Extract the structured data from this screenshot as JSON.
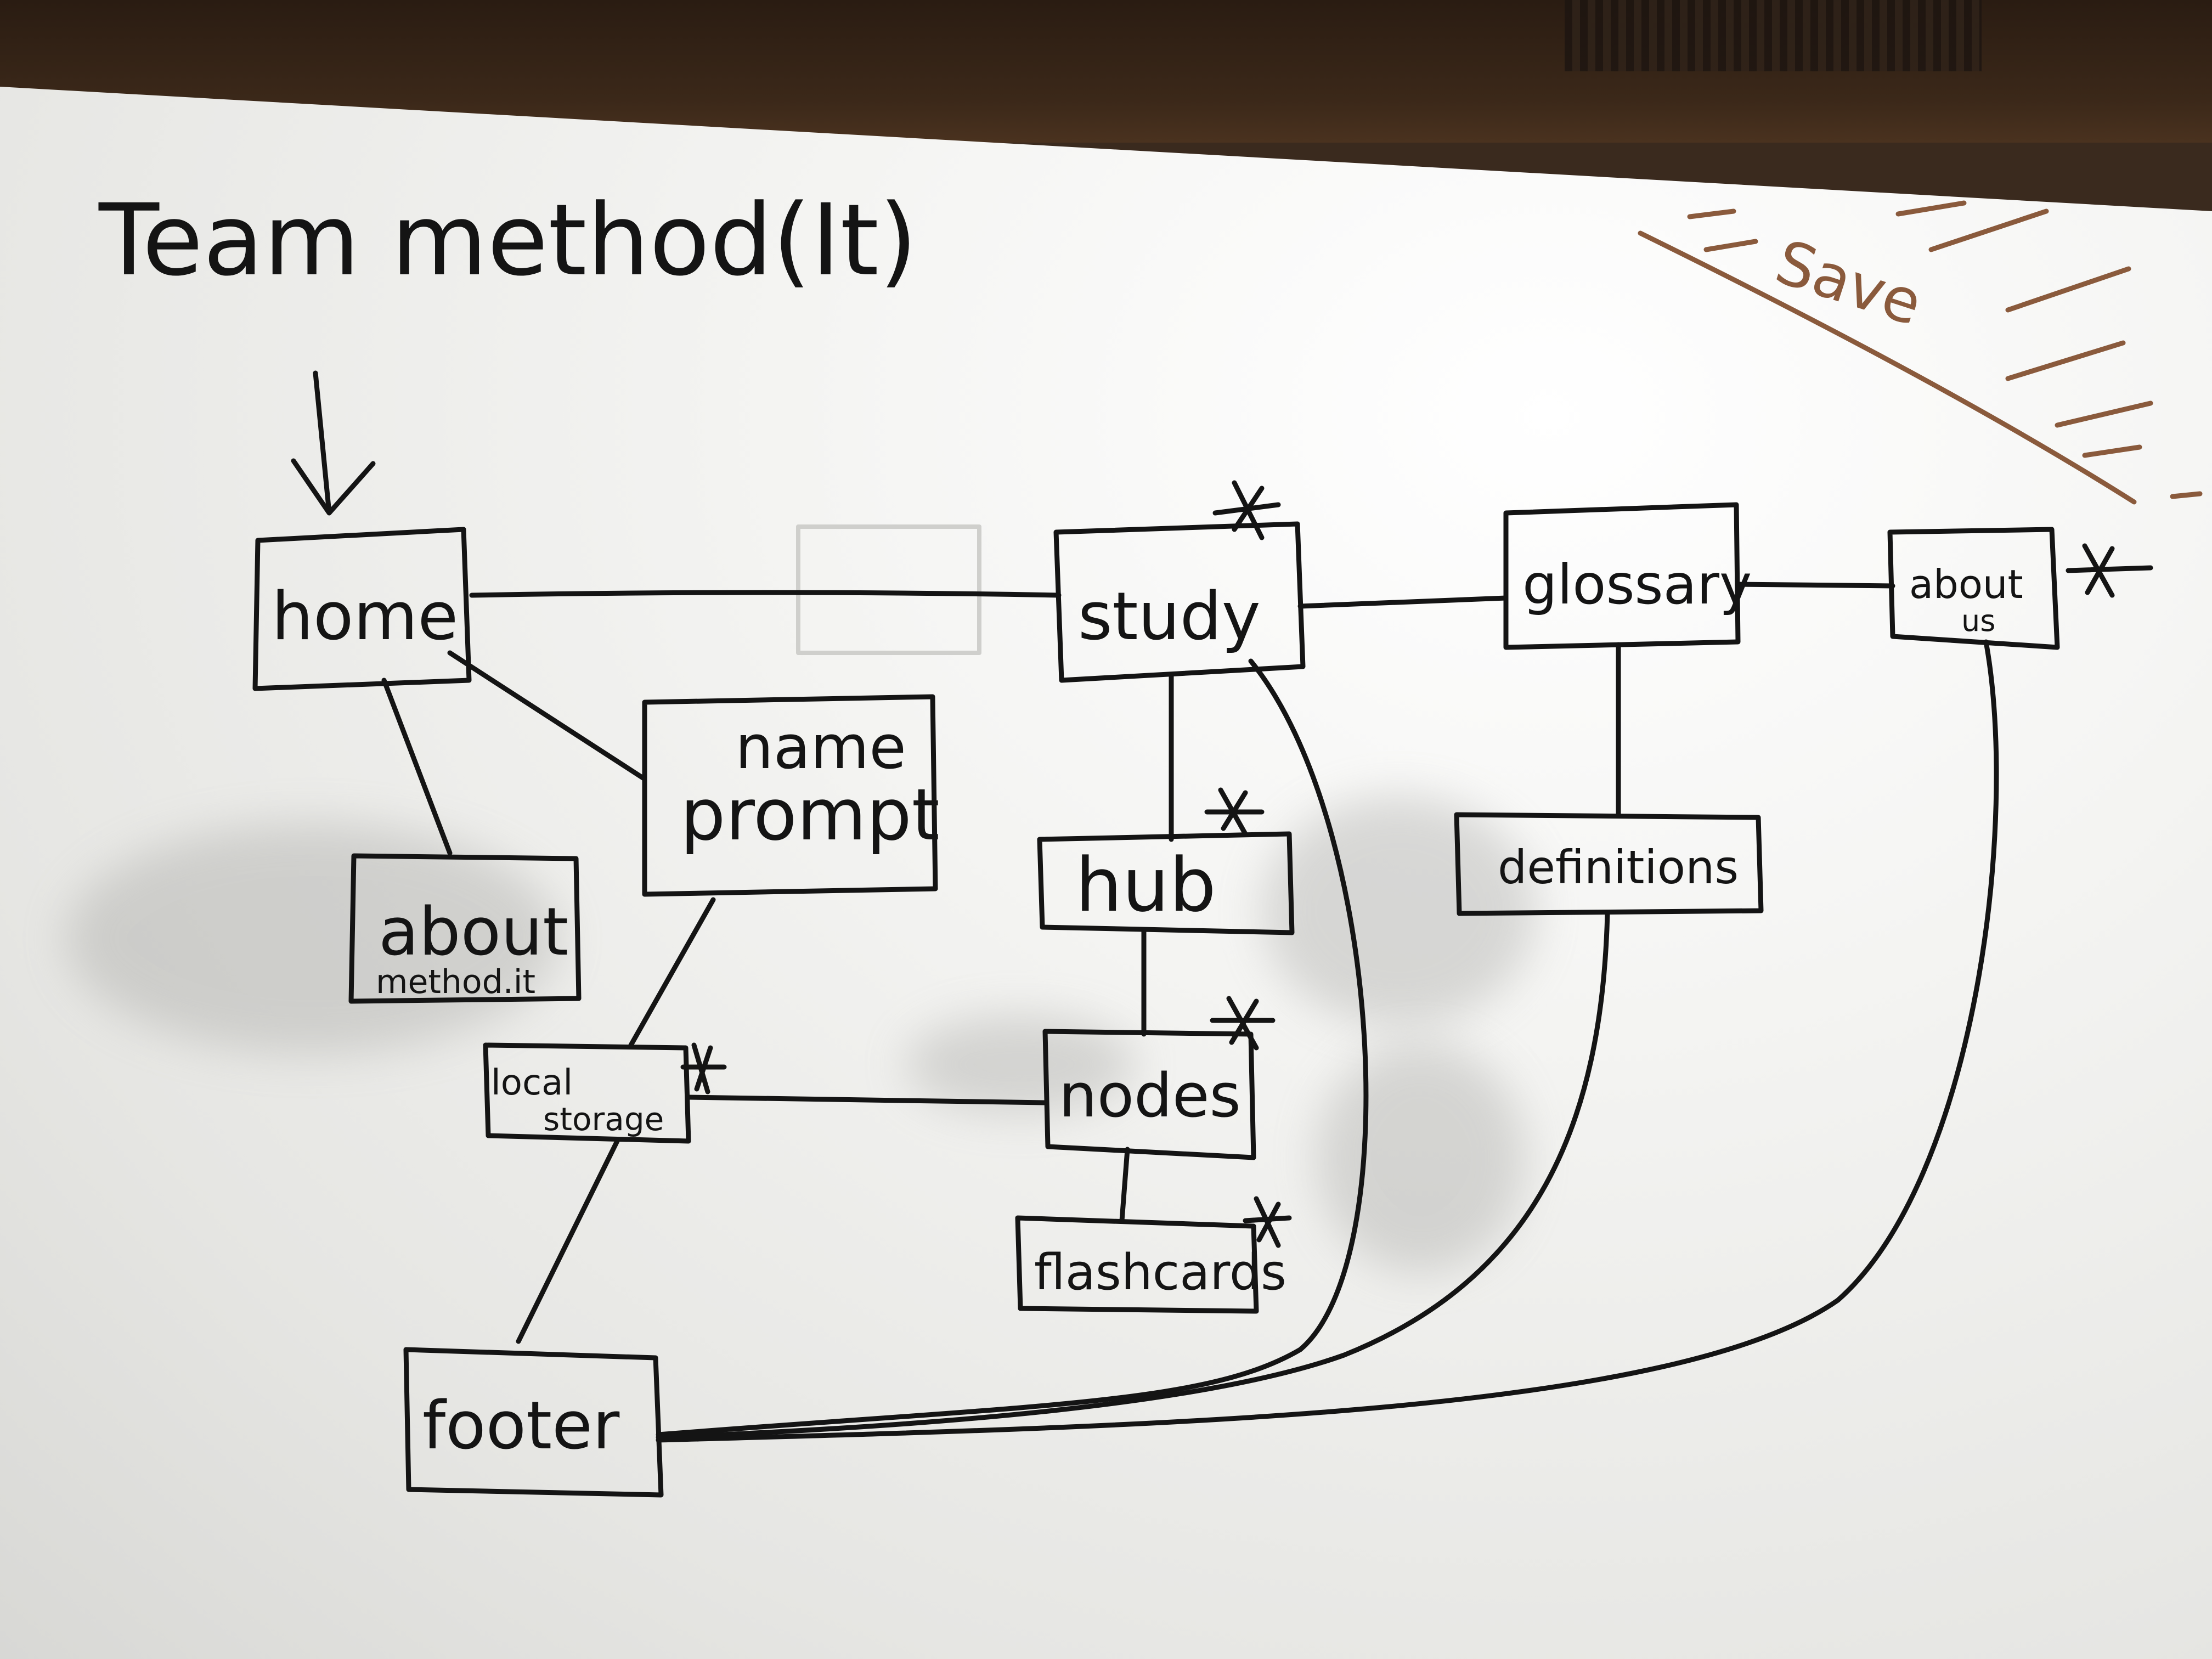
{
  "title": "Team method(It)",
  "corner_note": "Save",
  "marker": "*",
  "nodes": {
    "home": "home",
    "study": "study",
    "glossary": "glossary",
    "about_us_line1": "about",
    "about_us_line2": "us",
    "name_prompt_line1": "name",
    "name_prompt_line2": "prompt",
    "about_method_line1": "about",
    "about_method_line2": "method.it",
    "hub": "hub",
    "definitions": "definitions",
    "local_storage_line1": "local",
    "local_storage_line2": "storage",
    "nodes": "nodes",
    "flashcards": "flashcards",
    "footer": "footer"
  },
  "colors": {
    "ink": "#141414",
    "brown_marker": "#8a5a3c",
    "board": "#f2f2f0",
    "frame": "#3b2819"
  }
}
